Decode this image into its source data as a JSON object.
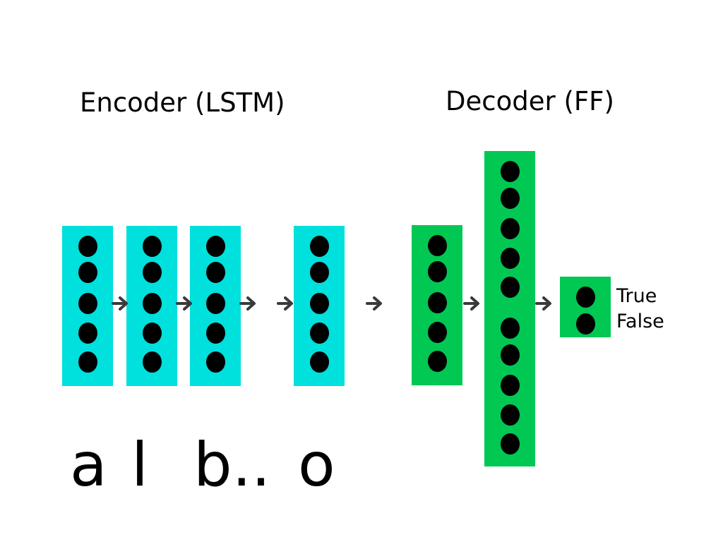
{
  "encoder": {
    "title": "Encoder (LSTM)",
    "color": "#00e0dc",
    "inputs": [
      "a",
      "l",
      "b..",
      "o"
    ]
  },
  "decoder": {
    "title": "Decoder (FF)",
    "color": "#00c853",
    "outputs": [
      "True",
      "False"
    ]
  },
  "icons": {
    "node": "black-circle",
    "arrow": "arrow-right-icon"
  }
}
